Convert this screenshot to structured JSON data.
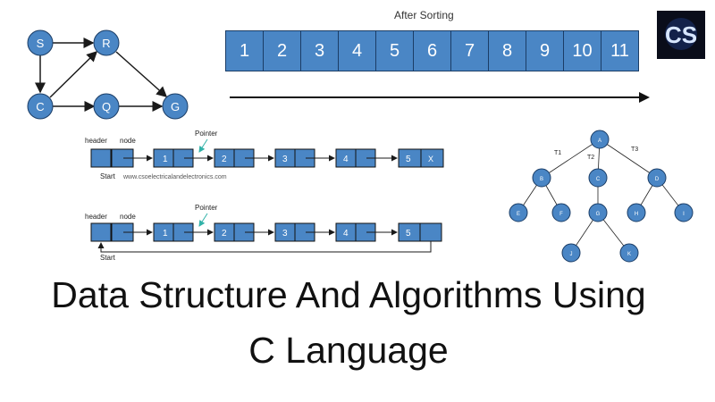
{
  "graph": {
    "nodes": [
      "S",
      "R",
      "C",
      "Q",
      "G"
    ]
  },
  "array": {
    "title": "After Sorting",
    "values": [
      "1",
      "2",
      "3",
      "4",
      "5",
      "6",
      "7",
      "8",
      "9",
      "10",
      "11"
    ]
  },
  "list1": {
    "header_label": "header",
    "node_label": "node",
    "pointer_label": "Pointer",
    "start_label": "Start",
    "values": [
      "1",
      "2",
      "3",
      "4",
      "5"
    ],
    "null_mark": "X",
    "watermark": "www.csoelectricalandelectronics.com"
  },
  "list2": {
    "header_label": "header",
    "node_label": "node",
    "pointer_label": "Pointer",
    "start_label": "Start",
    "values": [
      "1",
      "2",
      "3",
      "4",
      "5"
    ]
  },
  "tree": {
    "nodes": [
      "A",
      "B",
      "C",
      "D",
      "E",
      "F",
      "G",
      "H",
      "I",
      "J",
      "K"
    ],
    "edge_labels": [
      "T1",
      "T2",
      "T3"
    ]
  },
  "logo": {
    "text": "CS"
  },
  "title": {
    "line1": "Data Structure And Algorithms Using",
    "line2": "C Language"
  },
  "colors": {
    "node_fill": "#4a86c5",
    "node_stroke": "#1b3d66",
    "pointer_accent": "#31b2a8"
  }
}
